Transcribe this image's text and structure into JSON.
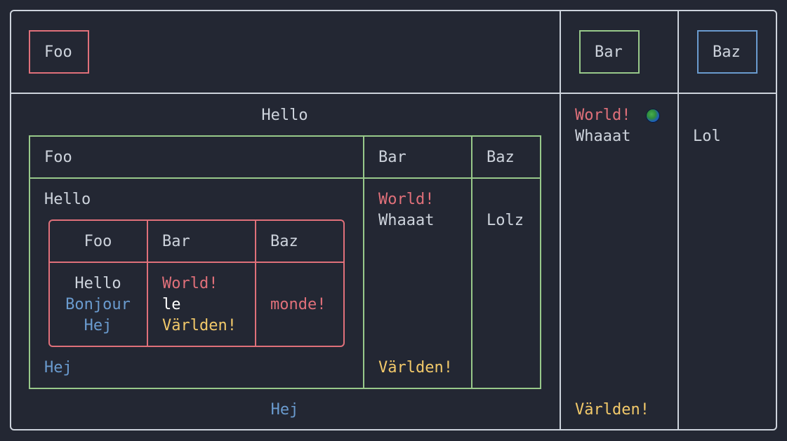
{
  "colors": {
    "background": "#232733",
    "outer_border": "#cdd3dc",
    "red": "#e0707a",
    "green": "#98c98a",
    "blue": "#6a9bcf",
    "yellow": "#f2c96a",
    "text": "#cdd3dc"
  },
  "outer": {
    "header": {
      "foo": "Foo",
      "bar": "Bar",
      "baz": "Baz"
    },
    "col1": {
      "top": "Hello",
      "bottom": "Hej"
    },
    "col2": {
      "line1": "World!",
      "line2": "Whaaat",
      "bottom": "Världen!",
      "icon": "globe-icon"
    },
    "col3": {
      "line1": "Lol"
    }
  },
  "middle": {
    "header": {
      "foo": "Foo",
      "bar": "Bar",
      "baz": "Baz"
    },
    "col1": {
      "top": "Hello",
      "bottom": "Hej"
    },
    "col2": {
      "line1": "World!",
      "line2": "Whaaat",
      "bottom": "Världen!"
    },
    "col3": {
      "line1": "Lolz"
    }
  },
  "inner": {
    "header": {
      "foo": "Foo",
      "bar": "Bar",
      "baz": "Baz"
    },
    "col1": {
      "line1": "Hello",
      "line2": "Bonjour",
      "line3": "Hej"
    },
    "col2": {
      "line1": "World!",
      "line2": "le",
      "line3": "Världen!"
    },
    "col3": {
      "line1": "monde!"
    }
  }
}
